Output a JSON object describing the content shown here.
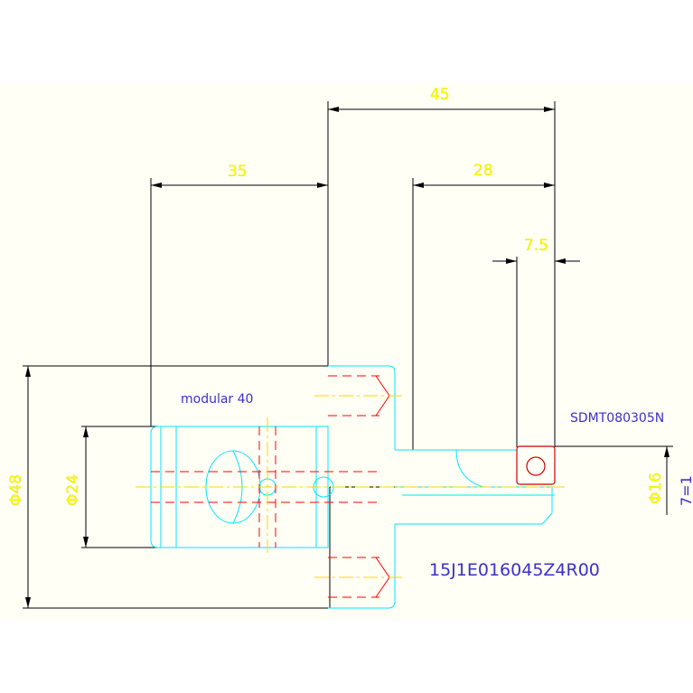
{
  "drawing": {
    "background": "#fffff6",
    "colors": {
      "dimension": "#000000",
      "outline": "#00e5ff",
      "hidden": "#ff0000",
      "center": "#ffff00",
      "dim_text": "#ffff00",
      "note_text": "#3b30c8"
    },
    "dimensions": {
      "d45": "45",
      "d35": "35",
      "d28": "28",
      "d7_5": "7.5",
      "dia48": "Φ48",
      "dia24": "Φ24",
      "dia16": "Φ16",
      "seven": "7=1"
    },
    "labels": {
      "modular": "modular 40",
      "insert": "SDMT080305N",
      "part_number": "15J1E016045Z4R00"
    }
  }
}
